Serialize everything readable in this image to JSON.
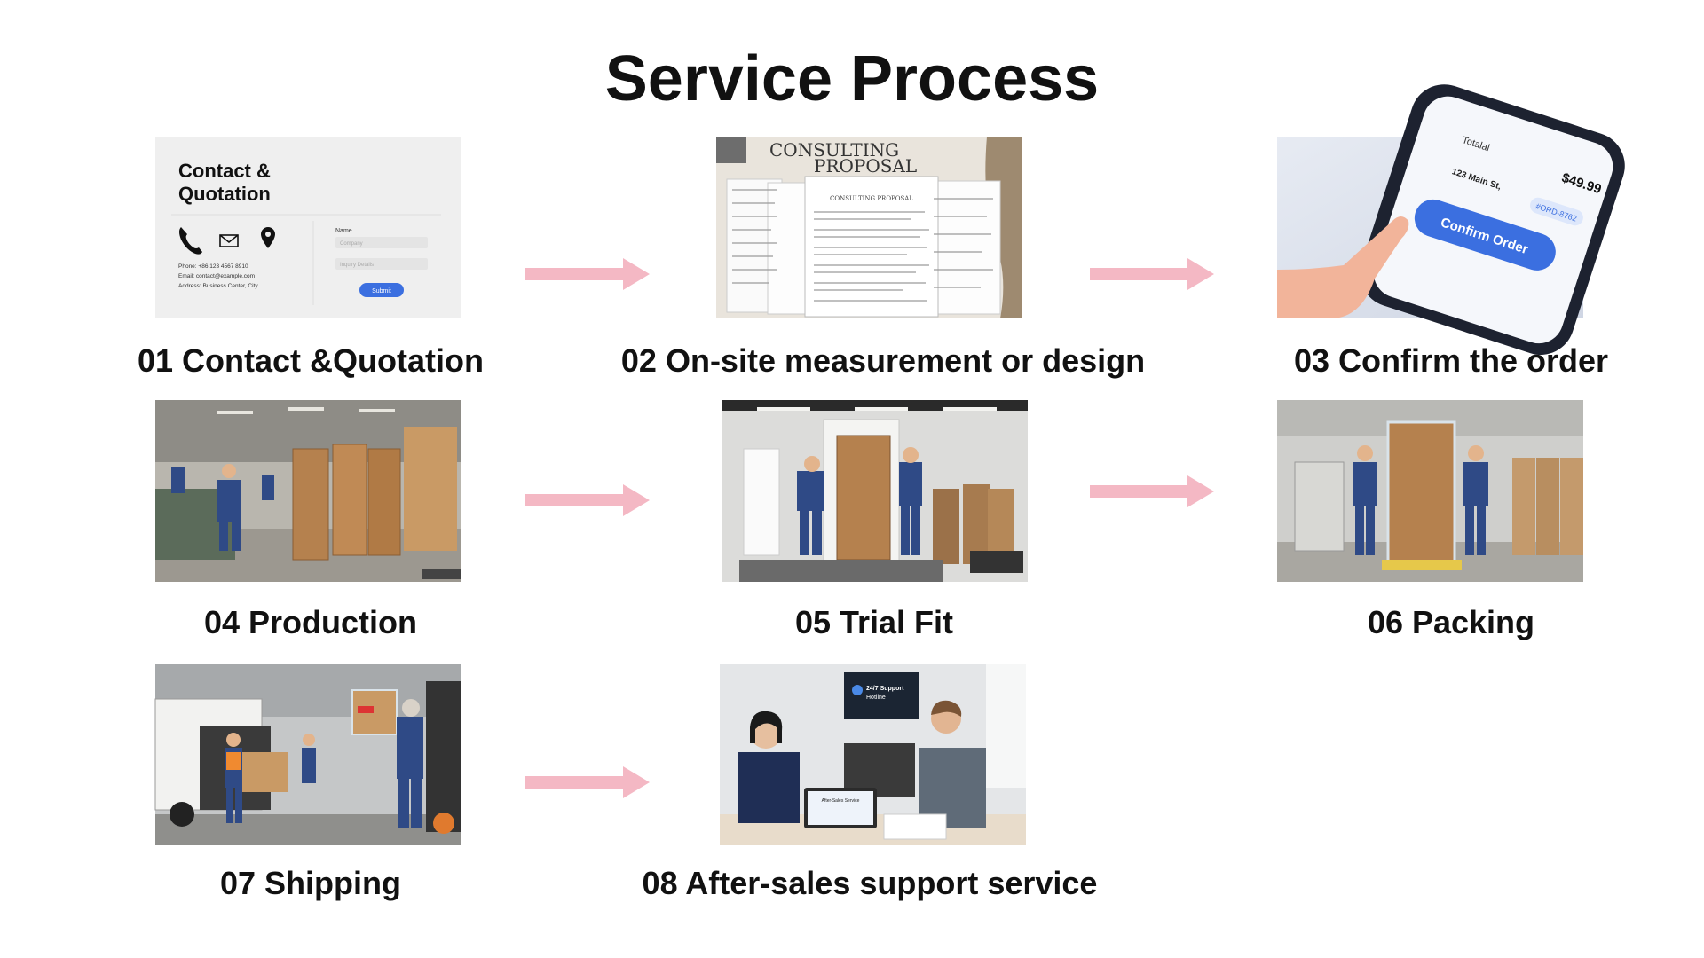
{
  "title": "Service Process",
  "colors": {
    "arrow": "#f4b8c4",
    "accent_blue": "#3b6fe0",
    "wood": "#b5814e",
    "uniform": "#2f4a86"
  },
  "steps": [
    {
      "label": "01 Contact &Quotation",
      "card": {
        "heading_line1": "Contact &",
        "heading_line2": "Quotation",
        "phone": "Phone: +86 123 4567 8910",
        "email": "Email: contact@example.com",
        "address": "Address: Business Center, City",
        "name_label": "Name",
        "company_placeholder": "Company",
        "inquiry_placeholder": "Inquiry Details",
        "submit": "Submit"
      }
    },
    {
      "label": "02 On-site measurement or design",
      "doc": {
        "title_line1": "CONSULTING",
        "title_line2": "PROPOSAL",
        "small_title": "CONSULTING PROPOSAL"
      }
    },
    {
      "label": "03 Confirm the order",
      "phone_ui": {
        "total": "Totalal",
        "price": "$49.99",
        "address": "123 Main St,",
        "order_id": "#ORD-8762",
        "button": "Confirm Order"
      }
    },
    {
      "label": "04 Production"
    },
    {
      "label": "05 Trial Fit"
    },
    {
      "label": "06 Packing"
    },
    {
      "label": "07 Shipping"
    },
    {
      "label": "08 After-sales support service",
      "screen": {
        "line1": "24/7 Support",
        "line2": "Hotline"
      },
      "tablet": "After-Sales Service"
    }
  ],
  "icons": [
    "phone-icon",
    "mail-icon",
    "location-pin-icon",
    "right-arrow-icon"
  ]
}
